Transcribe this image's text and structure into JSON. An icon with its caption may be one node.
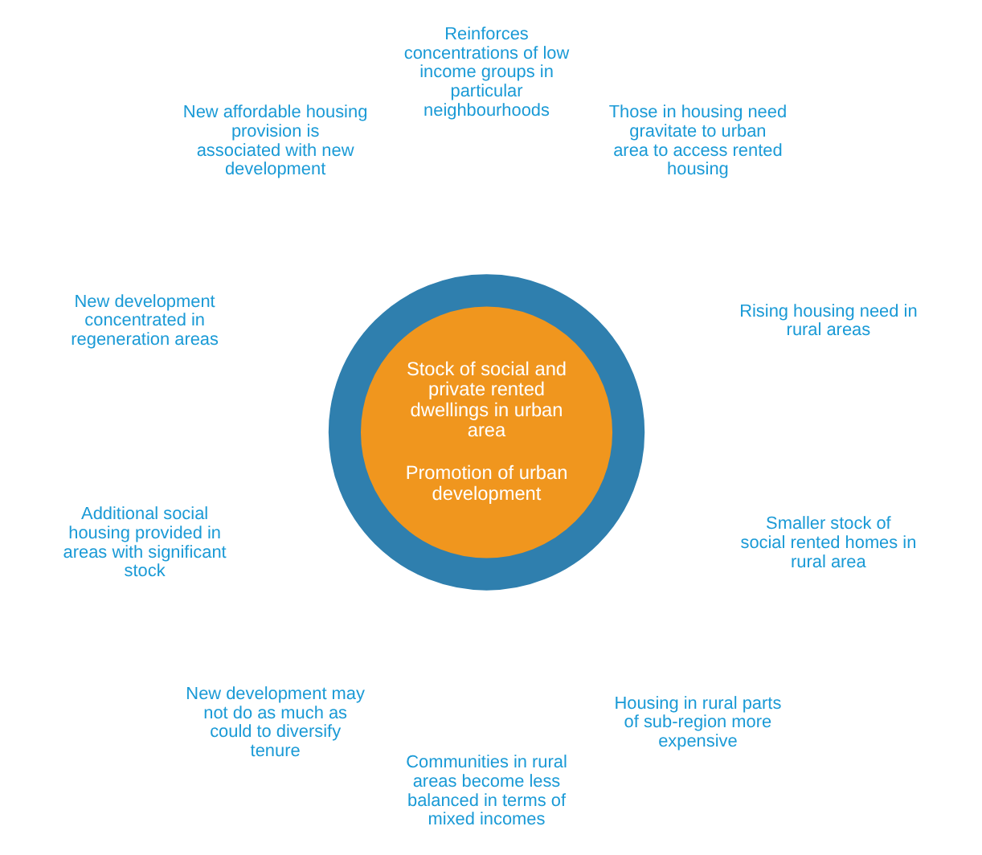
{
  "diagram": {
    "nodes": [
      {
        "text": [
          "Stock of social and private rented dwellings in urban area",
          "Promotion of urban development"
        ]
      }
    ],
    "edges": [],
    "labels": [
      "Smaller stock of social rented homes in rural area",
      "Rising housing need in rural areas",
      "Housing in rural parts of sub-region more expensive",
      "Those in housing need gravitate to urban area to access rented housing",
      "Reinforces concentrations of low income groups in particular neighbourhoods",
      "Communities in rural areas become less balanced in terms of mixed incomes",
      "New affordable housing provision is associated with new development",
      "New development may not do as much as could to diversify tenure",
      "New development concentrated in regeneration areas",
      "Additional social housing provided in areas with significant stock"
    ]
  }
}
